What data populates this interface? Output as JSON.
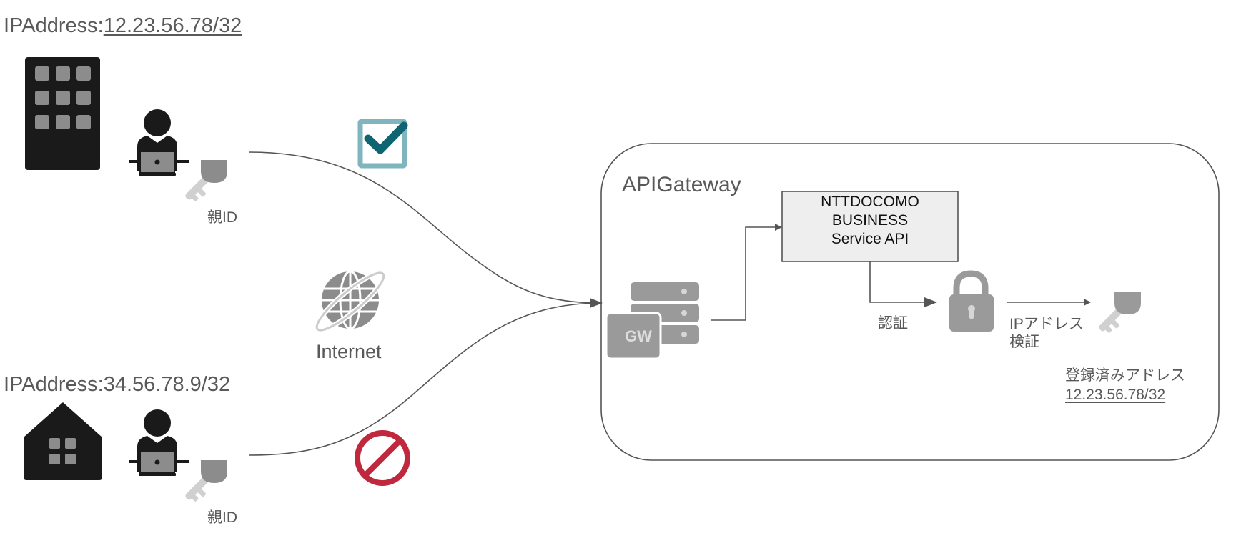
{
  "office": {
    "ip_prefix": "IPAddress:",
    "ip_value": "12.23.56.78/32",
    "building_icon": "office-building-icon",
    "user_icon": "user-with-laptop-icon",
    "key_icon": "key-icon",
    "key_label": "親ID",
    "status_icon": "checkbox-checked-icon"
  },
  "home": {
    "ip_prefix": "IPAddress:",
    "ip_value": "34.56.78.9/32",
    "building_icon": "house-icon",
    "user_icon": "user-with-laptop-icon",
    "key_icon": "key-icon",
    "key_label": "親ID",
    "status_icon": "prohibited-icon"
  },
  "internet": {
    "icon": "globe-icon",
    "label": "Internet"
  },
  "gateway": {
    "title": "APIGateway",
    "gw_icon": "gateway-server-icon",
    "gw_badge": "GW",
    "api_box_lines": [
      "NTTDOCOMO",
      "BUSINESS",
      "Service API"
    ],
    "auth_label": "認証",
    "lock_icon": "lock-icon",
    "ip_check_label_line1": "IPアドレス",
    "ip_check_label_line2": "検証",
    "registered_key_icon": "key-icon",
    "registered_label": "登録済みアドレス",
    "registered_value": "12.23.56.78/32"
  },
  "colors": {
    "text_gray": "#595959",
    "icon_dark": "#1a1a1a",
    "icon_gray": "#8c8c8c",
    "key_light": "#d0d0d0",
    "check_teal_dark": "#0e6470",
    "check_teal_light": "#7fb6bd",
    "prohibit_red": "#c0283e",
    "api_box_fill": "#eeeeee",
    "line": "#555555"
  }
}
